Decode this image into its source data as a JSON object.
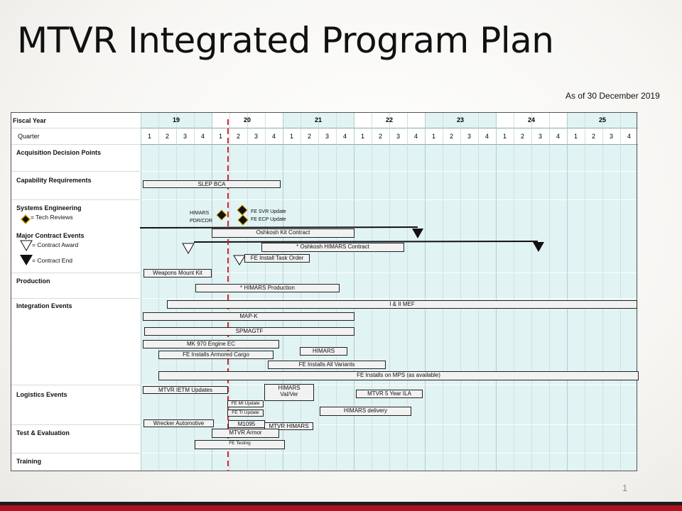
{
  "title": "MTVR Integrated Program Plan",
  "as_of": "As of 30 December 2019",
  "page_number": "1",
  "grid": {
    "fiscal_year_label": "Fiscal Year",
    "quarter_label": "Quarter",
    "years": [
      "19",
      "20",
      "21",
      "22",
      "23",
      "24",
      "25"
    ],
    "quarters": [
      "1",
      "2",
      "3",
      "4"
    ],
    "rows": {
      "acquisition": "Acquisition Decision Points",
      "capability": "Capability Requirements",
      "systems_eng": "Systems Engineering",
      "tech_reviews": "= Tech Reviews",
      "major_contract": "Major Contract Events",
      "contract_award": "= Contract Award",
      "contract_end": "= Contract End",
      "production": "Production",
      "integration": "Integration Events",
      "logistics": "Logistics Events",
      "test_eval": "Test & Evaluation",
      "training": "Training"
    }
  },
  "annotations": {
    "himars_pdr_cdr_1": "HIMARS",
    "himars_pdr_cdr_2": "PDR/CDR",
    "fe_svr": "FE SVR Update",
    "fe_ecp": "FE ECP Update"
  },
  "bars": {
    "slep_bca": "SLEP BCA",
    "oshkosh_kit": "Oshkosh Kit Contract",
    "oshkosh_himars": "* Oshkosh HIMARS Contract",
    "fe_install_task_order": "FE Install Task Order",
    "weapons_mount_kit": "Weapons Mount Kit",
    "himars_production": "* HIMARS Production",
    "i_ii_mef": "I & II MEF",
    "map_k": "MAP-K",
    "spmagtf": "SPMAGTF",
    "mk970": "MK 970 Engine EC",
    "fe_installs_armored": "FE Installs Armored Cargo",
    "himars_integration": "HIMARS",
    "fe_installs_all": "FE Installs All Variants",
    "fe_installs_mps": "FE Installs on  MPS  (as available)",
    "mtvr_ietm": "MTVR  IETM  Updates",
    "himars_valver_1": "HIMARS",
    "himars_valver_2": "Val/Ver",
    "mtvr_5yr_ila": "MTVR  5  Year  ILA",
    "fe_mi_update": "FE MI Update",
    "fe_ti_update": "FE TI Update",
    "himars_delivery": "HIMARS delivery",
    "wrecker_automotive": "Wrecker Automotive",
    "m1095": "M1095",
    "mtvr_himars": "MTVR  HIMARS",
    "mtvr_armor": "MTVR  Armor",
    "fe_testing": "FE Testing"
  },
  "colors": {
    "cell_fill": "#e1f3f3",
    "grid_line": "#cfe0e0",
    "today_line": "#d8202a",
    "tech_review_fill": "#111111",
    "tech_review_border": "#d9a400"
  }
}
